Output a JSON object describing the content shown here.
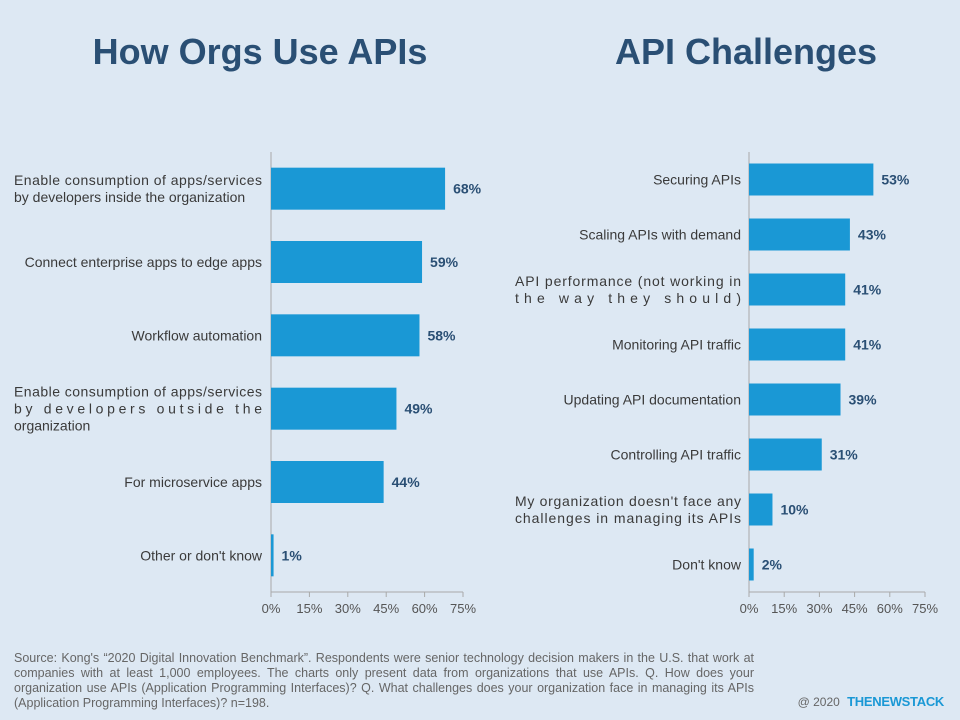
{
  "chart_data": [
    {
      "type": "bar",
      "orientation": "horizontal",
      "title": "How Orgs Use APIs",
      "categories": [
        [
          "Enable consumption of apps/services",
          "by developers inside the organization"
        ],
        [
          "Connect enterprise apps to edge apps"
        ],
        [
          "Workflow automation"
        ],
        [
          "Enable consumption of apps/services",
          "by developers outside the",
          "organization"
        ],
        [
          "For microservice apps"
        ],
        [
          "Other or don't know"
        ]
      ],
      "values": [
        68,
        59,
        58,
        49,
        44,
        1
      ],
      "value_labels": [
        "68%",
        "59%",
        "58%",
        "49%",
        "44%",
        "1%"
      ],
      "xlim": [
        0,
        75
      ],
      "xticks": [
        "0%",
        "15%",
        "30%",
        "45%",
        "60%",
        "75%"
      ],
      "grid": false,
      "bar_color": "#1a98d5"
    },
    {
      "type": "bar",
      "orientation": "horizontal",
      "title": "API Challenges",
      "categories": [
        [
          "Securing APIs"
        ],
        [
          "Scaling APIs with demand"
        ],
        [
          "API performance (not working in",
          "the way they should)"
        ],
        [
          "Monitoring API traffic"
        ],
        [
          "Updating API documentation"
        ],
        [
          "Controlling API traffic"
        ],
        [
          "My organization doesn't face any",
          "challenges in managing its APIs"
        ],
        [
          "Don't know"
        ]
      ],
      "values": [
        53,
        43,
        41,
        41,
        39,
        31,
        10,
        2
      ],
      "value_labels": [
        "53%",
        "43%",
        "41%",
        "41%",
        "39%",
        "31%",
        "10%",
        "2%"
      ],
      "xlim": [
        0,
        75
      ],
      "xticks": [
        "0%",
        "15%",
        "30%",
        "45%",
        "60%",
        "75%"
      ],
      "grid": false,
      "bar_color": "#1a98d5"
    }
  ],
  "source": "Source: Kong's “2020 Digital Innovation Benchmark”. Respondents were senior technology decision makers in the U.S. that work at companies with at least 1,000 employees. The charts only present data from organizations that use APIs. Q. How does your organization use APIs (Application Programming Interfaces)? Q. What challenges does your organization face in managing its APIs (Application Programming Interfaces)? n=198.",
  "footer": {
    "copyright": "@ 2020",
    "brand": "THENEWSTACK"
  }
}
